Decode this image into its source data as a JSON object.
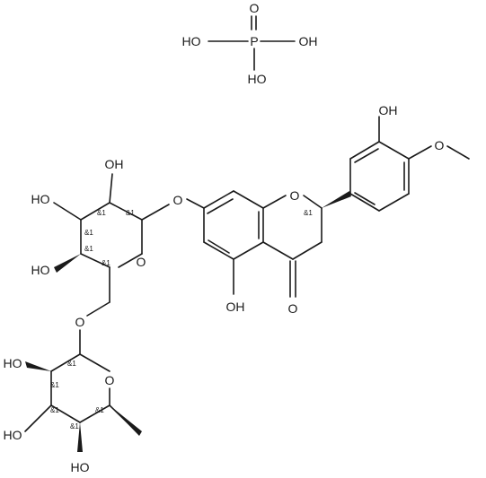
{
  "atoms": {
    "P": "P",
    "O": "O",
    "OH": "OH",
    "HO": "HO"
  },
  "stereo_label": "&1"
}
